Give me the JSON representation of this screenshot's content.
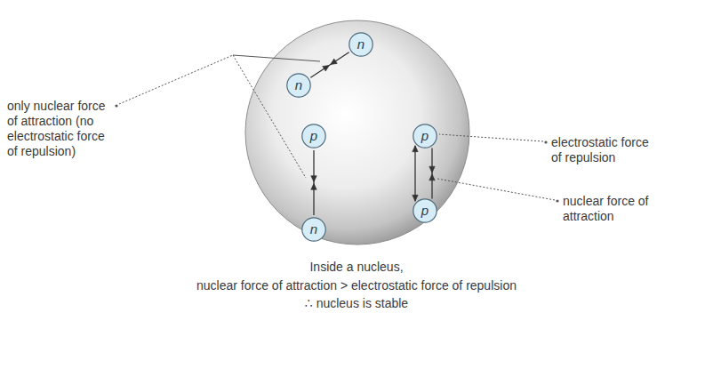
{
  "diagram": {
    "nodes": [
      {
        "text": [
          "n"
        ]
      },
      {
        "text": [
          "n"
        ]
      },
      {
        "text": [
          "p"
        ]
      },
      {
        "text": [
          "p"
        ]
      },
      {
        "text": [
          "p"
        ]
      },
      {
        "text": [
          "n"
        ]
      }
    ],
    "edges": [
      {
        "from": 0,
        "to": 1,
        "arrow": "both"
      },
      {
        "from": 2,
        "to": 5,
        "arrow": "both"
      },
      {
        "from": 3,
        "to": 4,
        "arrow": "both"
      },
      {
        "from": 3,
        "to": 4,
        "arrow": "both"
      }
    ],
    "labels": [
      "only nuclear force of attraction (no electrostatic force of repulsion)",
      "electrostatic force of repulsion",
      "nuclear force of attraction",
      "Inside a nucleus,",
      "nuclear force of attraction > electrostatic force of repulsion",
      "∴ nucleus is stable"
    ]
  }
}
